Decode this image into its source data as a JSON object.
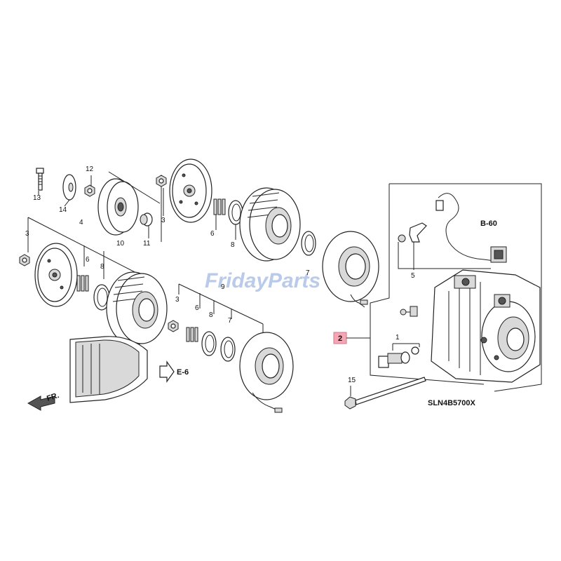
{
  "watermark": {
    "text": "FridayParts",
    "color": "#7f9ed8"
  },
  "diagram_code": "SLN4B5700X",
  "refs": {
    "b60": "B-60",
    "e6": "E-6",
    "fr": "FR."
  },
  "callouts": {
    "c1": "1",
    "c2": "2",
    "c3a": "3",
    "c3b": "3",
    "c3c": "3",
    "c4": "4",
    "c5": "5",
    "c6a": "6",
    "c6b": "6",
    "c6c": "6",
    "c7a": "7",
    "c7b": "7",
    "c8a": "8",
    "c8b": "8",
    "c8c": "8",
    "c9": "9",
    "c10": "10",
    "c11": "11",
    "c12": "12",
    "c13": "13",
    "c14": "14",
    "c15": "15"
  },
  "colors": {
    "highlight": "#f4a6b4",
    "line": "#222222"
  }
}
